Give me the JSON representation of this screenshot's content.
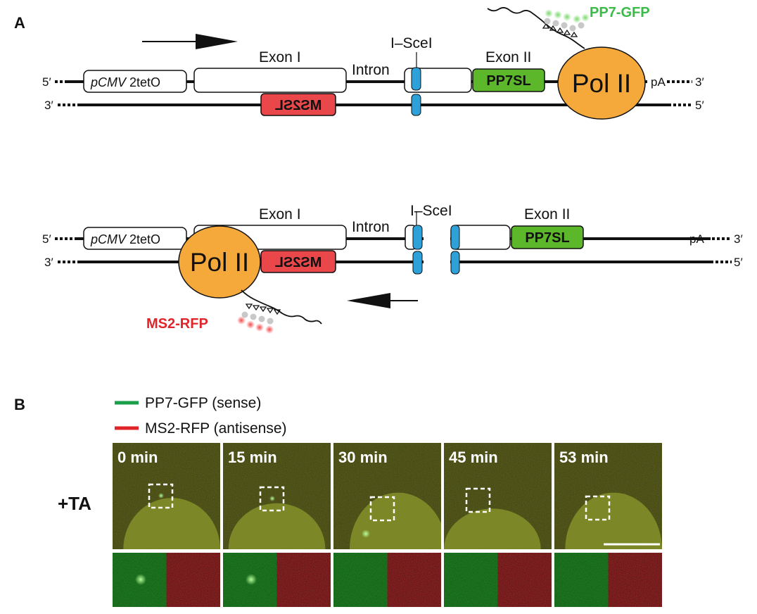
{
  "panel_a": {
    "label": "A",
    "top": {
      "end_5_left": "5′",
      "end_3_right": "3′",
      "end_3_left": "3′",
      "end_5_right": "5′",
      "promoter_italic": "pCMV",
      "promoter_rest": "2tetO",
      "exon1": "Exon I",
      "intron": "Intron",
      "isce": "I–SceI",
      "exon2": "Exon II",
      "pp7sl": "PP7SL",
      "ms2sl": "MS2SL",
      "polii": "Pol II",
      "pa": "pA",
      "probe": "PP7-GFP"
    },
    "bottom": {
      "end_5_left": "5′",
      "end_3_right": "3′",
      "end_3_left": "3′",
      "end_5_right": "5′",
      "promoter_italic": "pCMV",
      "promoter_rest": "2tetO",
      "exon1": "Exon I",
      "intron": "Intron",
      "isce": "I–SceI",
      "exon2": "Exon II",
      "pp7sl": "PP7SL",
      "ms2sl": "MS2SL",
      "polii": "Pol II",
      "pa": "pA",
      "probe": "MS2-RFP"
    }
  },
  "panel_b": {
    "label": "B",
    "legend": [
      {
        "label": "PP7-GFP (sense)",
        "color": "#1a9e4a"
      },
      {
        "label": "MS2-RFP (antisense)",
        "color": "#e0242a"
      }
    ],
    "row_label": "+TA",
    "timepoints": [
      "0 min",
      "15 min",
      "30 min",
      "45 min",
      "53 min"
    ]
  },
  "colors": {
    "blue": "#2ea2d8",
    "green": "#5cb82a",
    "red": "#e9474a",
    "orange": "#f6a93b",
    "probe_green": "#3cba4a",
    "probe_red": "#e0242a"
  }
}
